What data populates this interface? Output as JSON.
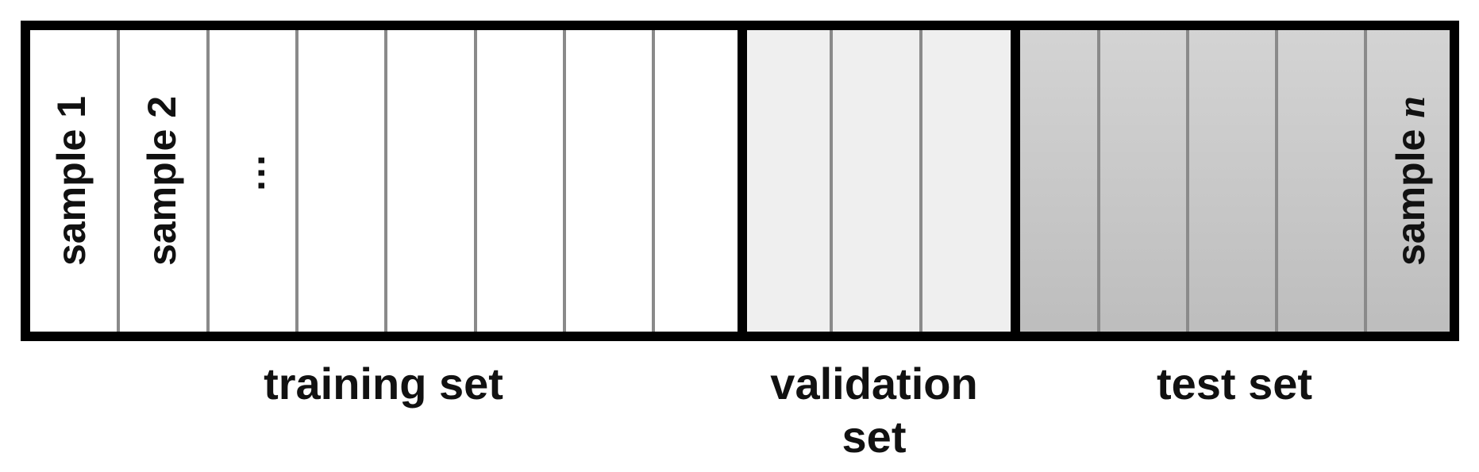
{
  "diagram": {
    "colors": {
      "frame": "#000000",
      "divider": "#8a8a8a",
      "training_fill": "#ffffff",
      "validation_fill": "#efefef",
      "test_fill_top": "#d4d4d4",
      "test_fill_bottom": "#bdbdbd",
      "text": "#111111"
    },
    "groups": [
      {
        "name": "training",
        "label": "training set",
        "cell_count": 8
      },
      {
        "name": "validation",
        "label_lines": [
          "validation",
          "set"
        ],
        "cell_count": 3
      },
      {
        "name": "test",
        "label": "test set",
        "cell_count": 5
      }
    ],
    "cell_labels": {
      "first": "sample 1",
      "second": "sample 2",
      "ellipsis": "…",
      "last_prefix": "sample ",
      "last_variable": "n"
    }
  }
}
